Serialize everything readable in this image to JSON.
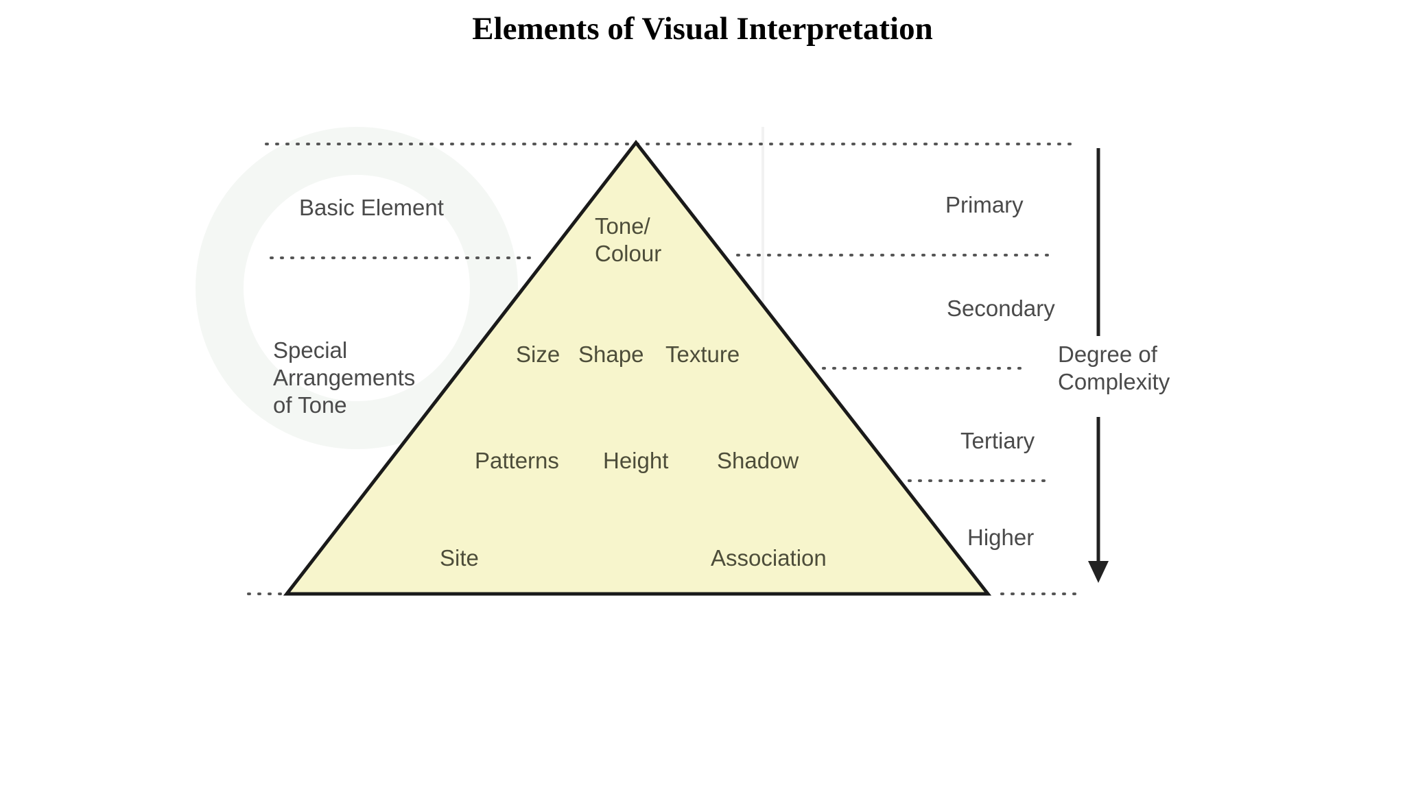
{
  "title": "Elements of Visual Interpretation",
  "diagram": {
    "left_labels": {
      "basic": "Basic Element",
      "special_line1": "Special",
      "special_line2": "Arrangements",
      "special_line3": "of Tone"
    },
    "pyramid": {
      "tone_line1": "Tone/",
      "tone_line2": "Colour",
      "size": "Size",
      "shape": "Shape",
      "texture": "Texture",
      "patterns": "Patterns",
      "height": "Height",
      "shadow": "Shadow",
      "site": "Site",
      "association": "Association"
    },
    "right_labels": {
      "primary": "Primary",
      "secondary": "Secondary",
      "tertiary": "Tertiary",
      "higher": "Higher"
    },
    "axis": {
      "line1": "Degree of",
      "line2": "Complexity"
    },
    "colors": {
      "pyramid_fill": "#f7f5cc",
      "pyramid_stroke": "#1a1a1a",
      "text": "#4a4a4a",
      "arrow": "#222222"
    }
  }
}
